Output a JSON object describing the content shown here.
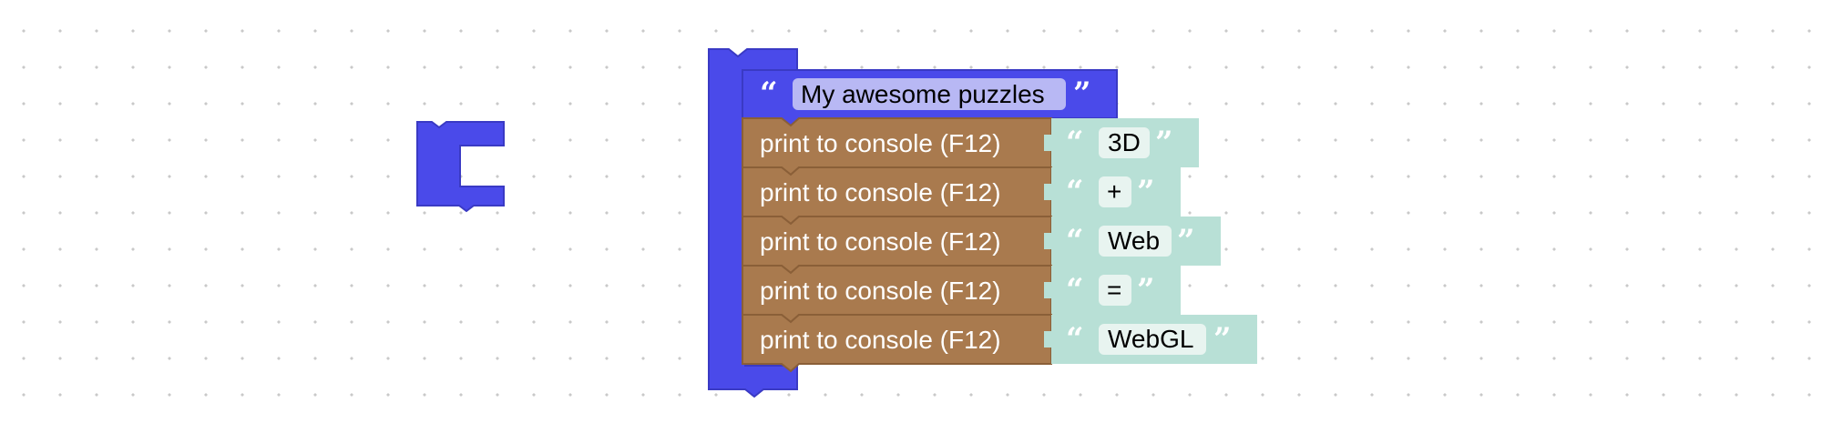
{
  "workspace": {
    "grid": "dotted"
  },
  "colors": {
    "procedure_block": "#4a4aea",
    "procedure_dark": "#3a3ac4",
    "text_block": "#4a4aea",
    "text_field": "#b8b8f4",
    "print_block": "#a97a4e",
    "print_dark": "#8a5f38",
    "string_block": "#b8e0d6",
    "string_field": "#e8f4f0",
    "quote_light": "#ffffff"
  },
  "blocks": {
    "stray_block": {
      "icon": "c-shape-block-icon"
    },
    "container": {
      "title_text": "My awesome puzzles"
    },
    "print_statements": [
      {
        "label": "print to console (F12)",
        "value": "3D"
      },
      {
        "label": "print to console (F12)",
        "value": "+"
      },
      {
        "label": "print to console (F12)",
        "value": "Web"
      },
      {
        "label": "print to console (F12)",
        "value": "="
      },
      {
        "label": "print to console (F12)",
        "value": "WebGL"
      }
    ],
    "quote_open": "“",
    "quote_close": "”"
  }
}
